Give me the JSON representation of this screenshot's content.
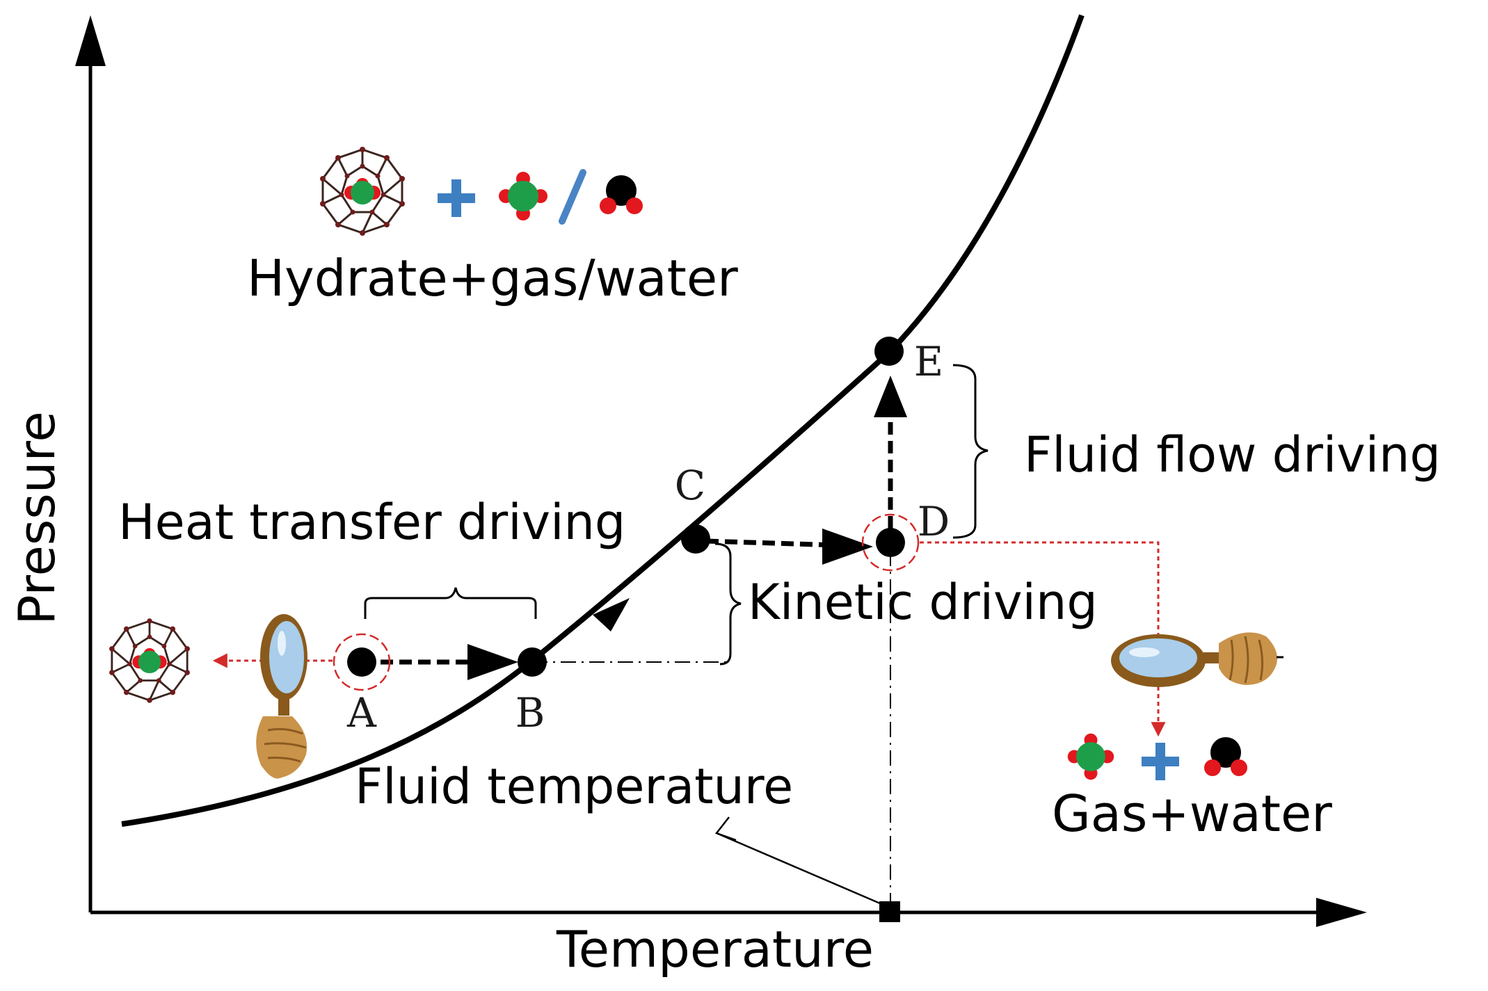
{
  "axes": {
    "x_label": "Temperature",
    "y_label": "Pressure"
  },
  "regions": {
    "upper": "Hydrate+gas/water",
    "lower": "Gas+water"
  },
  "annotations": {
    "heat": "Heat transfer driving",
    "kinetic": "Kinetic driving",
    "fluid_flow": "Fluid flow driving",
    "fluid_temp": "Fluid temperature"
  },
  "points": {
    "A": "A",
    "B": "B",
    "C": "C",
    "D": "D",
    "E": "E"
  },
  "colors": {
    "water_oxygen": "#000000",
    "hydrogen": "#e3171e",
    "methane_carbon": "#1f9e4a",
    "plus": "#3d7fc1",
    "slash": "#4a84c4",
    "guide_red": "#d42a2a",
    "hand": "#c9934a",
    "lens_rim": "#8a5a1c",
    "lens_glass": "#a9cdea"
  },
  "icons": [
    "hydrate-cage-icon",
    "methane-molecule-icon",
    "water-molecule-icon",
    "plus-icon",
    "magnifier-icon"
  ]
}
